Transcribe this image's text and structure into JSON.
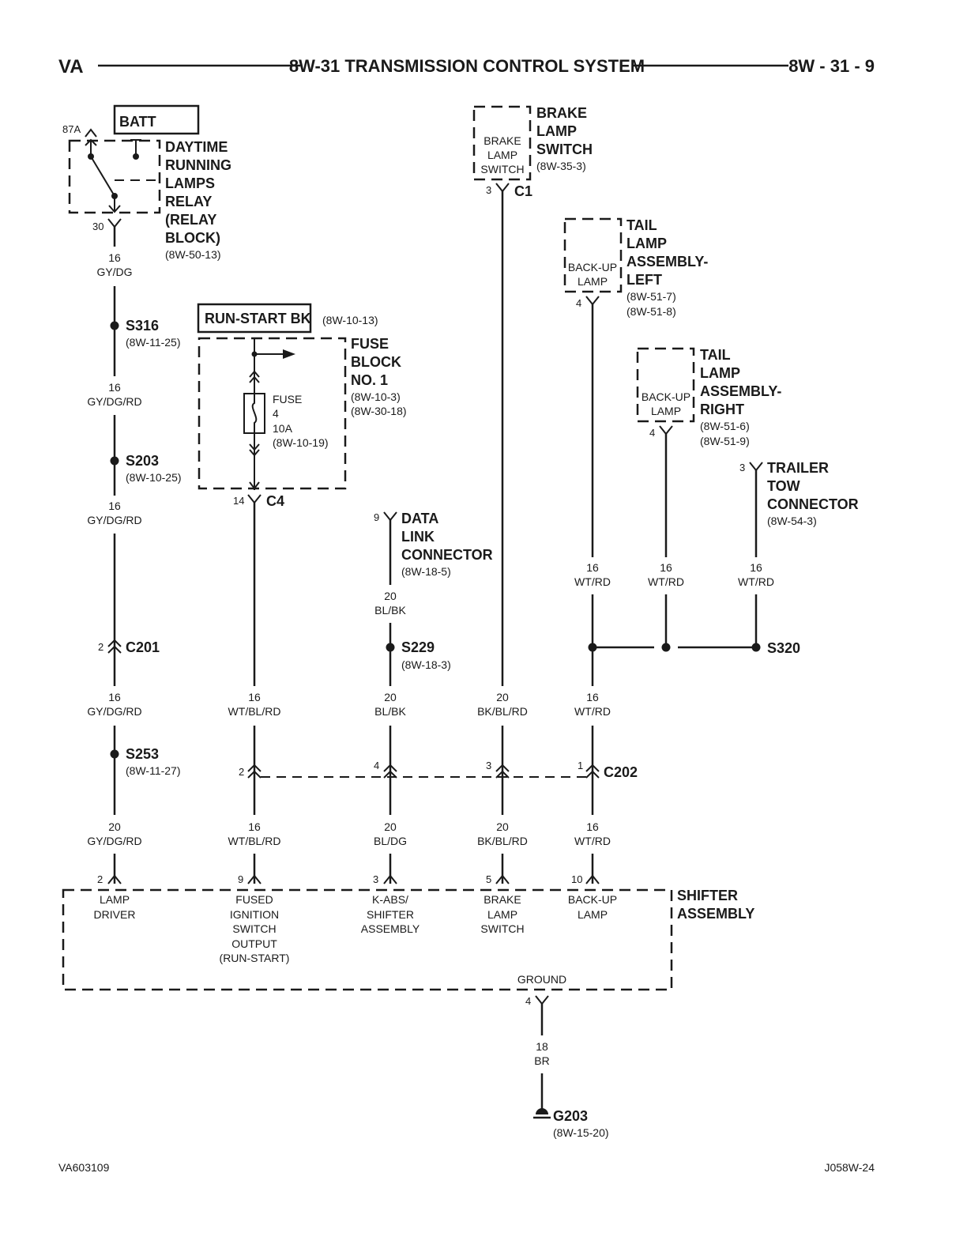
{
  "header": {
    "left": "VA",
    "title": "8W-31 TRANSMISSION CONTROL SYSTEM",
    "right": "8W - 31 - 9"
  },
  "relay": {
    "batt": "BATT",
    "pin87a": "87A",
    "pin30": "30",
    "name": [
      "DAYTIME",
      "RUNNING",
      "LAMPS",
      "RELAY",
      "(RELAY",
      "BLOCK)"
    ],
    "ref": "(8W-50-13)"
  },
  "splices": {
    "s316": {
      "name": "S316",
      "ref": "(8W-11-25)"
    },
    "s203": {
      "name": "S203",
      "ref": "(8W-10-25)"
    },
    "s253": {
      "name": "S253",
      "ref": "(8W-11-27)"
    },
    "s229": {
      "name": "S229",
      "ref": "(8W-18-3)"
    },
    "s320": {
      "name": "S320"
    }
  },
  "run_start": {
    "label": "RUN-START BK",
    "ref": "(8W-10-13)"
  },
  "fuse_block": {
    "name": [
      "FUSE",
      "BLOCK",
      "NO. 1"
    ],
    "refs": [
      "(8W-10-3)",
      "(8W-30-18)"
    ],
    "fuse": [
      "FUSE",
      "4",
      "10A",
      "(8W-10-19)"
    ],
    "pin": "14",
    "connector": "C4"
  },
  "brake_switch": {
    "inner": [
      "BRAKE",
      "LAMP",
      "SWITCH"
    ],
    "name": [
      "BRAKE",
      "LAMP",
      "SWITCH"
    ],
    "ref": "(8W-35-3)",
    "pin": "3",
    "connector": "C1"
  },
  "tail_left": {
    "inner": [
      "BACK-UP",
      "LAMP"
    ],
    "name": [
      "TAIL",
      "LAMP",
      "ASSEMBLY-",
      "LEFT"
    ],
    "refs": [
      "(8W-51-7)",
      "(8W-51-8)"
    ],
    "pin": "4"
  },
  "tail_right": {
    "inner": [
      "BACK-UP",
      "LAMP"
    ],
    "name": [
      "TAIL",
      "LAMP",
      "ASSEMBLY-",
      "RIGHT"
    ],
    "refs": [
      "(8W-51-6)",
      "(8W-51-9)"
    ],
    "pin": "4"
  },
  "trailer": {
    "name": [
      "TRAILER",
      "TOW",
      "CONNECTOR"
    ],
    "ref": "(8W-54-3)",
    "pin": "3"
  },
  "dlc": {
    "name": [
      "DATA",
      "LINK",
      "CONNECTOR"
    ],
    "ref": "(8W-18-5)",
    "pin": "9"
  },
  "c201": {
    "name": "C201",
    "pin": "2"
  },
  "c202": {
    "name": "C202",
    "pins": [
      "2",
      "4",
      "3",
      "1"
    ]
  },
  "wires": {
    "w1": [
      "16",
      "GY/DG"
    ],
    "w2": [
      "16",
      "GY/DG/RD"
    ],
    "w3": [
      "16",
      "GY/DG/RD"
    ],
    "w4": [
      "16",
      "GY/DG/RD"
    ],
    "w5": [
      "20",
      "GY/DG/RD"
    ],
    "w6": [
      "16",
      "WT/BL/RD"
    ],
    "w7": [
      "16",
      "WT/BL/RD"
    ],
    "w8": [
      "20",
      "BL/BK"
    ],
    "w9": [
      "20",
      "BL/BK"
    ],
    "w10": [
      "20",
      "BL/DG"
    ],
    "w11": [
      "20",
      "BK/BL/RD"
    ],
    "w12": [
      "20",
      "BK/BL/RD"
    ],
    "w13": [
      "16",
      "WT/RD"
    ],
    "w14": [
      "16",
      "WT/RD"
    ],
    "w15": [
      "16",
      "WT/RD"
    ],
    "w16": [
      "16",
      "WT/RD"
    ],
    "w17": [
      "16",
      "WT/RD"
    ],
    "w18": [
      "18",
      "BR"
    ]
  },
  "shifter": {
    "name": [
      "SHIFTER",
      "ASSEMBLY"
    ],
    "pins": [
      "2",
      "9",
      "3",
      "5",
      "10"
    ],
    "lamp_driver": [
      "LAMP",
      "DRIVER"
    ],
    "fused": [
      "FUSED",
      "IGNITION",
      "SWITCH",
      "OUTPUT",
      "(RUN-START)"
    ],
    "kabs": [
      "K-ABS/",
      "SHIFTER",
      "ASSEMBLY"
    ],
    "brake": [
      "BRAKE",
      "LAMP",
      "SWITCH"
    ],
    "backup": [
      "BACK-UP",
      "LAMP"
    ],
    "ground": "GROUND",
    "ground_pin": "4"
  },
  "ground": {
    "name": "G203",
    "ref": "(8W-15-20)"
  },
  "footer": {
    "left": "VA603109",
    "right": "J058W-24"
  }
}
